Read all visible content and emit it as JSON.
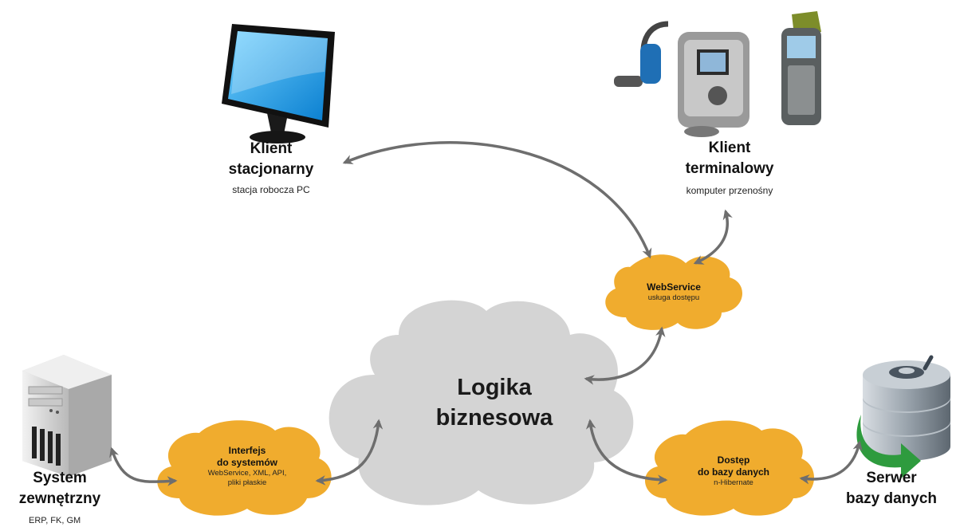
{
  "center": {
    "line1": "Logika",
    "line2": "biznesowa"
  },
  "pc_client": {
    "title_line1": "Klient",
    "title_line2": "stacjonarny",
    "subtitle": "stacja robocza PC"
  },
  "terminal_client": {
    "title_line1": "Klient",
    "title_line2": "terminalowy",
    "subtitle": "komputer przenośny"
  },
  "webservice": {
    "title": "WebService",
    "subtitle": "usługa dostępu"
  },
  "interface": {
    "title_line1": "Interfejs",
    "title_line2": "do systemów",
    "subtitle_line1": "WebService, XML, API,",
    "subtitle_line2": "pliki płaskie"
  },
  "db_access": {
    "title_line1": "Dostęp",
    "title_line2": "do bazy danych",
    "subtitle": "n-Hibernate"
  },
  "external_system": {
    "title_line1": "System",
    "title_line2": "zewnętrzny",
    "subtitle": "ERP, FK, GM"
  },
  "db_server": {
    "title_line1": "Serwer",
    "title_line2": "bazy danych"
  },
  "colors": {
    "cloud_gray": "#d4d4d4",
    "cloud_orange": "#f0ac2e",
    "arrow": "#6e6e6e",
    "screen_blue": "#1a9fe0",
    "db_green": "#2e9b3e"
  }
}
